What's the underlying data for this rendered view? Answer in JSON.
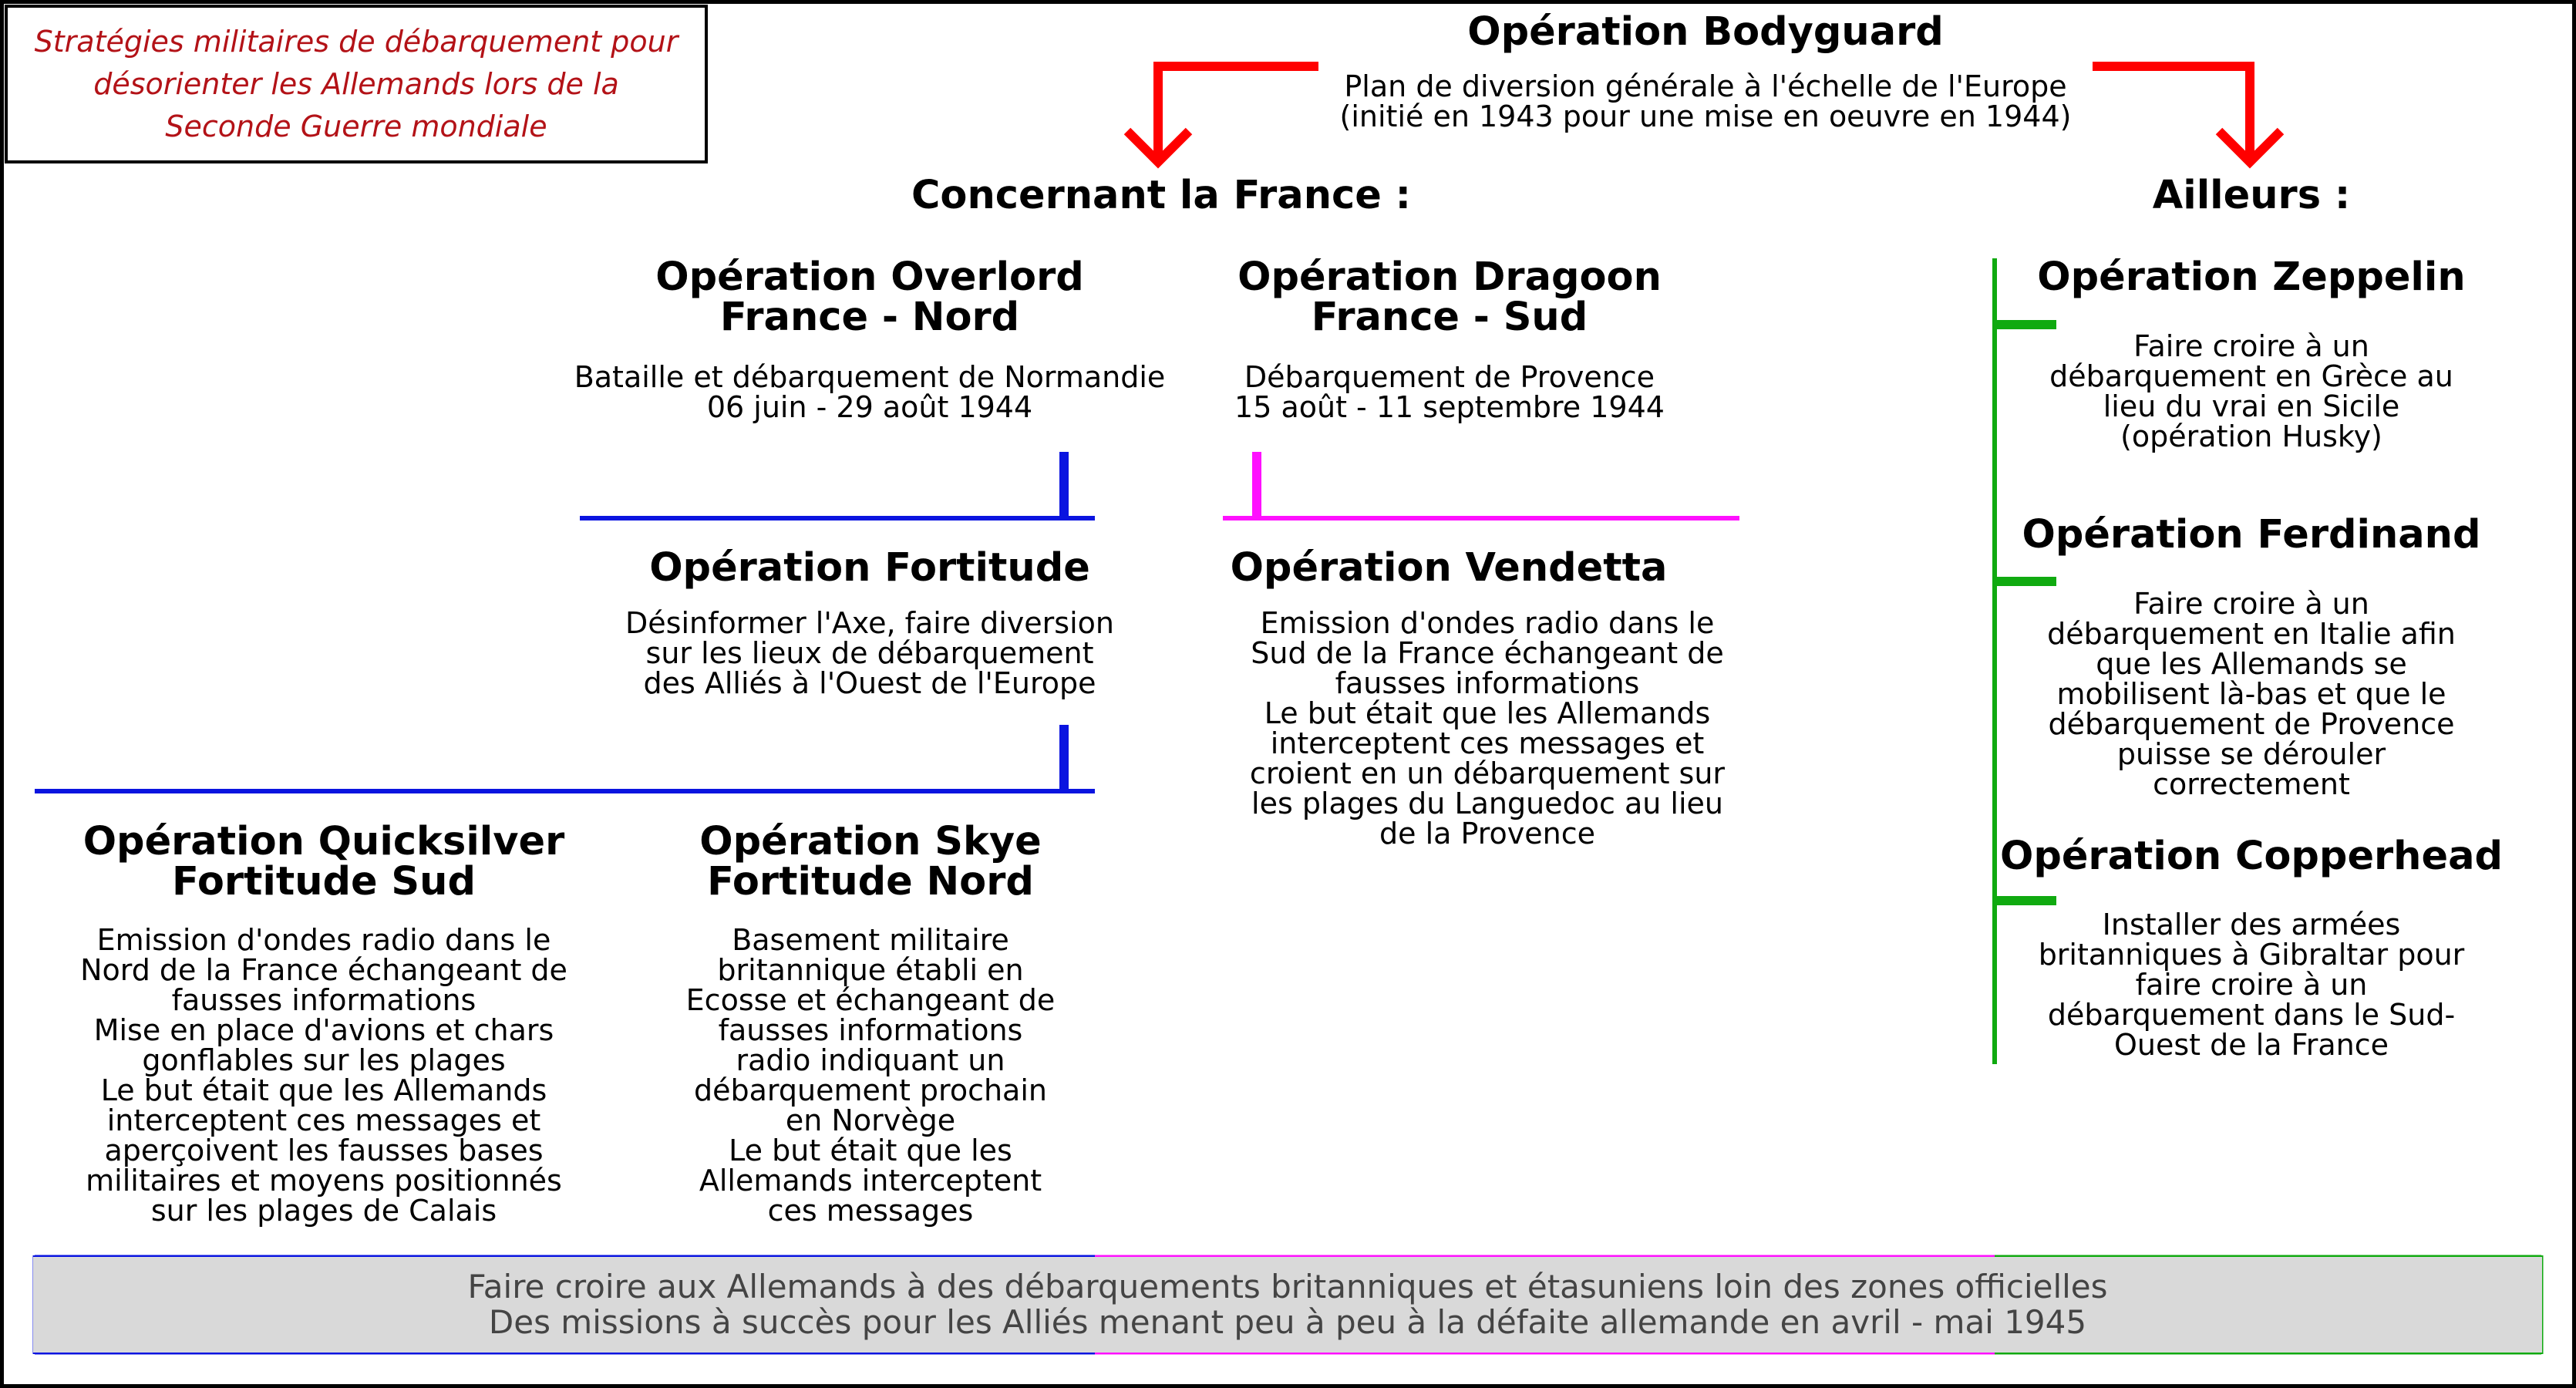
{
  "colors": {
    "arrow": "#ff0000",
    "overlord": "#0a14e0",
    "dragoon": "#ff10ff",
    "elsewhere": "#10aa10",
    "title_text": "#b31217",
    "summary_bg": "#d9d9d9"
  },
  "title_box": "Stratégies militaires de débarquement pour\ndésorienter les Allemands lors de la\nSeconde Guerre mondiale",
  "bodyguard": {
    "title": "Opération Bodyguard",
    "desc": "Plan de diversion générale à l'échelle de l'Europe\n(initié en 1943 pour une mise en oeuvre en 1944)"
  },
  "sections": {
    "france": "Concernant la France :",
    "elsewhere": "Ailleurs :"
  },
  "overlord": {
    "title": "Opération Overlord\nFrance - Nord",
    "desc": "Bataille et débarquement de Normandie\n06 juin - 29 août 1944"
  },
  "dragoon": {
    "title": "Opération Dragoon\nFrance - Sud",
    "desc": "Débarquement de Provence\n15 août - 11 septembre 1944"
  },
  "fortitude": {
    "title": "Opération Fortitude",
    "desc": "Désinformer l'Axe, faire diversion\nsur les lieux de débarquement\ndes Alliés à l'Ouest de l'Europe"
  },
  "vendetta": {
    "title": "Opération Vendetta",
    "desc": "Emission d'ondes radio dans le\nSud de la France échangeant de\nfausses informations\nLe but était que les Allemands\ninterceptent ces messages et\ncroient en un débarquement sur\nles plages du Languedoc au lieu\nde la Provence"
  },
  "quicksilver": {
    "title": "Opération Quicksilver\nFortitude Sud",
    "desc": "Emission d'ondes radio dans le\nNord de la France échangeant de\nfausses informations\nMise en place d'avions et chars\ngonflables sur les plages\nLe but était que les Allemands\ninterceptent ces messages et\naperçoivent les fausses bases\nmilitaires et moyens positionnés\nsur les plages de Calais"
  },
  "skye": {
    "title": "Opération Skye\nFortitude Nord",
    "desc": "Basement militaire\nbritannique établi en\nEcosse et échangeant de\nfausses informations\nradio indiquant un\ndébarquement prochain\nen Norvège\nLe but était que les\nAllemands interceptent\nces messages"
  },
  "zeppelin": {
    "title": "Opération Zeppelin",
    "desc": "Faire croire à un\ndébarquement en Grèce au\nlieu du vrai en Sicile\n(opération Husky)"
  },
  "ferdinand": {
    "title": "Opération Ferdinand",
    "desc": "Faire croire à un\ndébarquement en Italie afin\nque les Allemands se\nmobilisent là-bas et que le\ndébarquement de Provence\npuisse se dérouler\ncorrectement"
  },
  "copperhead": {
    "title": "Opération Copperhead",
    "desc": "Installer des armées\nbritanniques à Gibraltar pour\nfaire croire à un\ndébarquement dans le Sud-\nOuest de la France"
  },
  "summary": "Faire croire aux Allemands à des débarquements britanniques et étasuniens loin des zones officielles\nDes missions à succès pour les Alliés menant peu à peu à la défaite allemande en avril - mai 1945"
}
